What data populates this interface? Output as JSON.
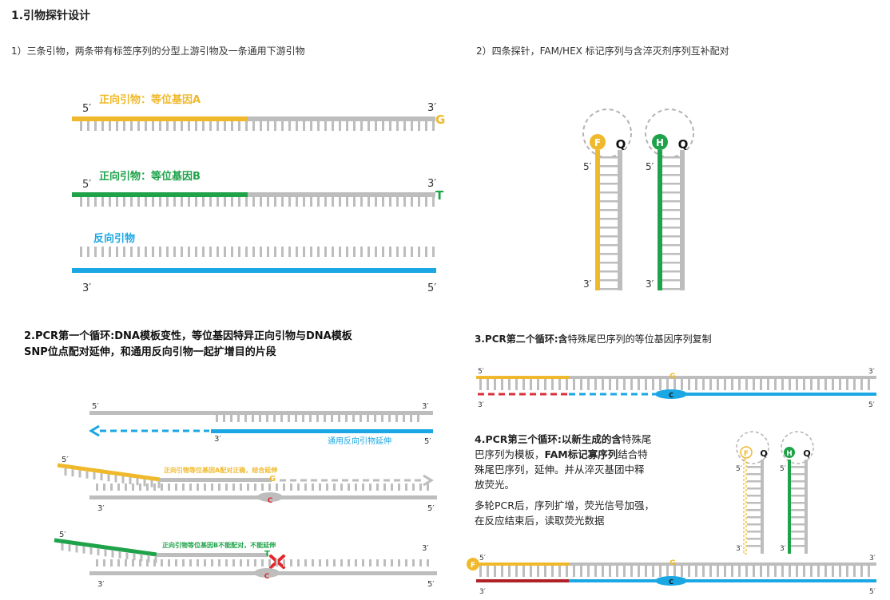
{
  "colors": {
    "primer_a": "#f0b92b",
    "primer_b": "#1fa34a",
    "reverse": "#1aa7e3",
    "template": "#bdbdbd",
    "dark_red": "#b02026",
    "red_dash": "#d9303a",
    "mismatch": "#e3262b"
  },
  "page_title": "1.引物探针设计",
  "section1": {
    "description": "1）三条引物，两条带有标签序列的分型上游引物及一条通用下游引物",
    "primer_a": {
      "label": "正向引物：等位基因A",
      "end5": "5′",
      "end3": "3′",
      "base": "G"
    },
    "primer_b": {
      "label": "正向引物：等位基因B",
      "end5": "5′",
      "end3": "3′",
      "base": "T"
    },
    "reverse": {
      "label": "反向引物",
      "end3": "3′",
      "end5": "5′"
    }
  },
  "section2": {
    "description": "2）四条探针，FAM/HEX 标记序列与含淬灭剂序列互补配对",
    "probe_fam": {
      "fluor": "F",
      "quencher": "Q",
      "end5": "5′",
      "end3": "3′"
    },
    "probe_hex": {
      "fluor": "H",
      "quencher": "Q",
      "end5": "5′",
      "end3": "3′"
    }
  },
  "cycle1": {
    "title_line1": "2.PCR第一个循环:DNA模板变性，等位基因特异正向引物与DNA模板",
    "title_line2": "SNP位点配对延伸，和通用反向引物一起扩增目的片段",
    "strand1": {
      "end5": "5′",
      "end3": "3′",
      "end3b": "3′",
      "end5b": "5′",
      "rev_label": "通用反向引物延伸"
    },
    "strand2": {
      "end5": "5′",
      "label": "正向引物等位基因A配对正确，结合延伸",
      "base": "G",
      "end3": "3′",
      "end5b": "5′",
      "snp": "C"
    },
    "strand3": {
      "end5": "5′",
      "label": "正向引物等位基因B不能配对，不能延伸",
      "base": "T",
      "end3": "3′",
      "end5b": "5′",
      "snp": "C"
    }
  },
  "cycle2": {
    "title_bold": "3.PCR第二个循环:含",
    "title_rest": "特殊尾巴序列的等位基因序列复制",
    "end5": "5′",
    "end3": "3′",
    "end3b": "3′",
    "end5b": "5′",
    "base": "G",
    "snp": "C"
  },
  "cycle3": {
    "p1_bold": "4.PCR第三个循环:以新生成的含",
    "p1_rest": "特殊尾",
    "p2_a": "巴序列为模板，",
    "p2_bold": "FAM标记寡序列",
    "p2_rest": "结合特",
    "p3": "殊尾巴序列，延伸。并从淬灭基团中释",
    "p4": "放荧光。",
    "p5": "多轮PCR后，序列扩增，荧光信号加强，",
    "p6": "在反应结束后，读取荧光数据",
    "probe_f": {
      "fluor": "F",
      "quencher": "Q",
      "end5": "5′",
      "end3": "3′"
    },
    "probe_h": {
      "fluor": "H",
      "quencher": "Q",
      "end5": "5′",
      "end3": "3′"
    },
    "product": {
      "fluor": "F",
      "end5": "5′",
      "end3": "3′",
      "end3b": "3′",
      "end5b": "5′",
      "base": "G",
      "snp": "C"
    }
  }
}
